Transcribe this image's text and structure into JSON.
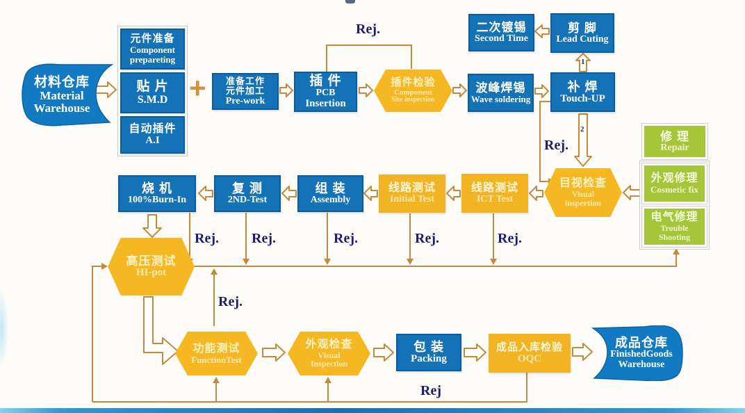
{
  "labels": {
    "rej": "Rej.",
    "rej_plain": "Rej",
    "plus": "+",
    "step1": "1",
    "step2": "2"
  },
  "nodes": {
    "material_warehouse": {
      "zh": "材料仓库",
      "en1": "Material",
      "en2": "Warehouse"
    },
    "component_prep": {
      "zh": "元件准备",
      "en1": "Component",
      "en2": "prepareting"
    },
    "smd": {
      "zh": "贴 片",
      "en": "S.M.D"
    },
    "ai": {
      "zh": "自动插件",
      "en": "A.I"
    },
    "prework": {
      "zh1": "准备工作",
      "zh2": "元件加工",
      "en": "Pre-work"
    },
    "pcb_insertion": {
      "zh": "插 件",
      "en1": "PCB",
      "en2": "Insertion"
    },
    "site_inspection": {
      "zh": "插件检验",
      "en1": "Component",
      "en2": "Site inspection"
    },
    "wave_soldering": {
      "zh": "波峰焊锡",
      "en": "Wave soldering"
    },
    "touch_up": {
      "zh": "补 焊",
      "en": "Touch-UP"
    },
    "second_time": {
      "zh": "二次镀锡",
      "en": "Second Time"
    },
    "lead_cutting": {
      "zh": "剪 脚",
      "en": "Lead Cuting"
    },
    "burn_in": {
      "zh": "烧 机",
      "en": "100%Burn-In"
    },
    "second_test": {
      "zh": "复 测",
      "en": "2ND-Test"
    },
    "assembly": {
      "zh": "组 装",
      "en": "Assembly"
    },
    "initial_test": {
      "zh": "线路测试",
      "en": "Initial Test"
    },
    "ict_test": {
      "zh": "线路测试",
      "en": "ICT Test"
    },
    "visual_inspection": {
      "zh": "目视检查",
      "en1": "Visual",
      "en2": "inspertion"
    },
    "repair": {
      "zh": "修 理",
      "en": "Repair"
    },
    "cosmetic_fix": {
      "zh": "外观修理",
      "en": "Cosmetic fix"
    },
    "trouble_shooting": {
      "zh": "电气修理",
      "en": "Trouble Shooting"
    },
    "hi_pot": {
      "zh": "高压测试",
      "en": "HI-pot"
    },
    "function_test": {
      "zh": "功能测试",
      "en": "FunctionTest"
    },
    "visual_check": {
      "zh": "外观检查",
      "en1": "Visual",
      "en2": "Inspection"
    },
    "packing": {
      "zh": "包 装",
      "en": "Packing"
    },
    "oqc": {
      "zh": "成品入库检验",
      "en": "OQC"
    },
    "finished_goods": {
      "zh": "成品仓库",
      "en1": "FinishedGoods",
      "en2": "Warehouse"
    }
  },
  "colors": {
    "box_blue": "#1472b7",
    "banner_blue": "#127ac2",
    "yellow": "#f2b422",
    "green": "#a6c63a",
    "connector": "#c6893a",
    "rej_text": "#1d1d72"
  }
}
